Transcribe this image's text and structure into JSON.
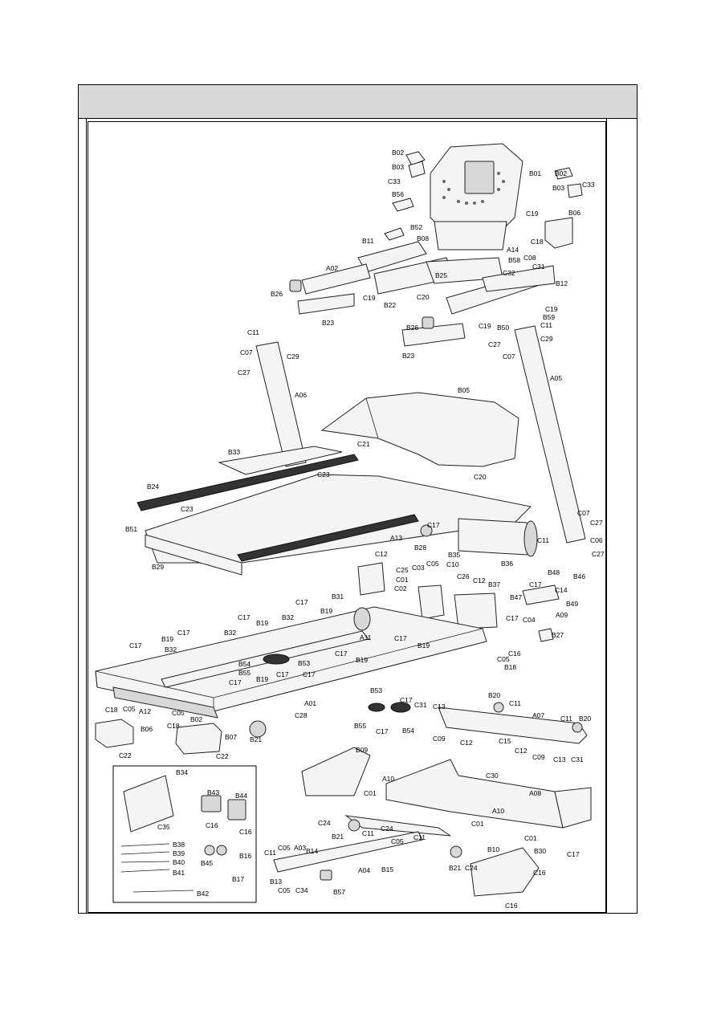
{
  "labels": {
    "B02a": "B02",
    "B03a": "B03",
    "C33a": "C33",
    "B01": "B01",
    "B02b": "B02",
    "B03b": "B03",
    "C33b": "C33",
    "B56": "B56",
    "C19a": "C19",
    "B06a": "B06",
    "C18a": "C18",
    "B52": "B52",
    "B11": "B11",
    "B08": "B08",
    "A14": "A14",
    "B58": "B58",
    "C08": "C08",
    "C31a": "C31",
    "A02": "A02",
    "B25": "B25",
    "C32": "C32",
    "B12": "B12",
    "B26a": "B26",
    "C19b": "C19",
    "B22": "B22",
    "C20a": "C20",
    "C19c": "C19",
    "B23a": "B23",
    "B26b": "B26",
    "C19d": "C19",
    "B50": "B50",
    "B59": "B59",
    "C11a": "C11",
    "C27a": "C27",
    "C29a": "C29",
    "C11b": "C11",
    "C07a": "C07",
    "C29b": "C29",
    "C27b": "C27",
    "B23b": "B23",
    "C07b": "C07",
    "A05": "A05",
    "A06": "A06",
    "B05": "B05",
    "B33": "B33",
    "C21": "C21",
    "C20b": "C20",
    "B24": "B24",
    "C23a": "C23",
    "C23b": "C23",
    "B51": "B51",
    "A13": "A13",
    "C17a": "C17",
    "C11c": "C11",
    "C07c": "C07",
    "C27c": "C27",
    "C06": "C06",
    "C27d": "C27",
    "B28": "B28",
    "B35": "B35",
    "B36": "B36",
    "B29": "B29",
    "C12a": "C12",
    "C25": "C25",
    "C05a": "C05",
    "C10": "C10",
    "C01a": "C01",
    "C02": "C02",
    "C03": "C03",
    "C26": "C26",
    "C12b": "C12",
    "B37": "B37",
    "B48": "B48",
    "B46": "B46",
    "C17b": "C17",
    "B31": "B31",
    "C14": "C14",
    "B47": "B47",
    "B49": "B49",
    "C17c": "C17",
    "B19a": "B19",
    "B32a": "B32",
    "C17d": "C17",
    "C04": "C04",
    "A09": "A09",
    "C17e": "C17",
    "B19b": "B19",
    "A11": "A11",
    "B27": "B27",
    "B32b": "B32",
    "C17f": "C17",
    "B19c": "B19",
    "C17g": "C17",
    "B19d": "B19",
    "C16a": "C16",
    "B32c": "B32",
    "C05b": "C05",
    "C17h": "C17",
    "B18": "B18",
    "B54a": "B54",
    "B53a": "B53",
    "C17i": "C17",
    "B55a": "B55",
    "C17j": "C17",
    "B19e": "B19",
    "C17k": "C17",
    "B19f": "B19",
    "A01": "A01",
    "C18b": "C18",
    "C05c": "C05",
    "A12": "A12",
    "C05d": "C05",
    "B53b": "B53",
    "C17l": "C17",
    "B20a": "B20",
    "C11d": "C11",
    "B02c": "B02",
    "C28": "C28",
    "C31b": "C31",
    "C13a": "C13",
    "B06b": "B06",
    "C18c": "C18",
    "B07": "B07",
    "B21a": "B21",
    "B55b": "B55",
    "C17m": "C17",
    "B54b": "B54",
    "A07": "A07",
    "C11e": "C11",
    "B20b": "B20",
    "C22a": "C22",
    "C22b": "C22",
    "C09a": "C09",
    "C12c": "C12",
    "C15": "C15",
    "C12d": "C12",
    "C09b": "C09",
    "C13b": "C13",
    "C31c": "C31",
    "B09": "B09",
    "B34": "B34",
    "A10a": "A10",
    "C30": "C30",
    "C01b": "C01",
    "A08": "A08",
    "B43": "B43",
    "B44": "B44",
    "C35": "C35",
    "C16b": "C16",
    "C16c": "C16",
    "C24a": "C24",
    "A10b": "A10",
    "C01c": "C01",
    "B21b": "B21",
    "C11f": "C11",
    "C24b": "C24",
    "C05e": "C05",
    "C11g": "C11",
    "C01d": "C01",
    "B38": "B38",
    "B39": "B39",
    "B40": "B40",
    "B41": "B41",
    "B45": "B45",
    "B16": "B16",
    "C11h": "C11",
    "C05f": "C05",
    "A03": "A03",
    "B14": "B14",
    "B10": "B10",
    "B30": "B30",
    "C17n": "C17",
    "C16d": "C16",
    "B21c": "B21",
    "C24c": "C24",
    "A04": "A04",
    "B15": "B15",
    "B13": "B13",
    "C05g": "C05",
    "C34": "C34",
    "B57": "B57",
    "B17": "B17",
    "B42": "B42",
    "C16e": "C16"
  }
}
